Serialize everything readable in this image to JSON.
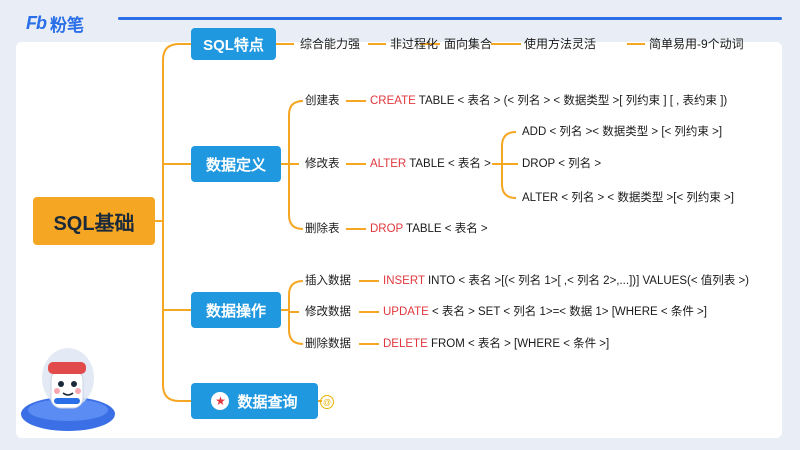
{
  "header": {
    "logo_mark": "Fb",
    "logo_text": "粉笔"
  },
  "root": {
    "label": "SQL基础"
  },
  "branches": {
    "features": {
      "label": "SQL特点",
      "items": [
        "综合能力强",
        "非过程化",
        "面向集合",
        "使用方法灵活",
        "简单易用-9个动词"
      ]
    },
    "definition": {
      "label": "数据定义",
      "create": {
        "label": "创建表",
        "keyword": "CREATE",
        "syntax": " TABLE < 表名 > (< 列名 > < 数据类型 >[ 列约束 ]    [ , 表约束 ])"
      },
      "alter": {
        "label": "修改表",
        "keyword": "ALTER",
        "syntax": " TABLE < 表名 >",
        "options": [
          "ADD < 列名 >< 数据类型 > [< 列约束 >]",
          "DROP  < 列名 >",
          "ALTER < 列名 > < 数据类型 >[< 列约束 >]"
        ]
      },
      "drop": {
        "label": "删除表",
        "keyword": "DROP",
        "syntax": " TABLE < 表名 >"
      }
    },
    "manipulation": {
      "label": "数据操作",
      "insert": {
        "label": "插入数据",
        "keyword": "INSERT",
        "syntax": " INTO < 表名 >[(< 列名 1>[ ,< 列名 2>,...])] VALUES(< 值列表 >)"
      },
      "update": {
        "label": "修改数据",
        "keyword": "UPDATE",
        "syntax": " < 表名 >   SET < 列名 1>=< 数据 1> [WHERE < 条件 >]"
      },
      "delete": {
        "label": "删除数据",
        "keyword": "DELETE",
        "syntax": " FROM < 表名 > [WHERE < 条件 >]"
      }
    },
    "query": {
      "label": "数据查询"
    }
  },
  "colors": {
    "root": "#f5a623",
    "branch": "#1f98e0",
    "keyword": "#e0383e",
    "connector": "#f5a623",
    "logo": "#2a6fe8"
  },
  "icons": {
    "query_star": "star-icon",
    "mascot": "mascot-illustration"
  }
}
